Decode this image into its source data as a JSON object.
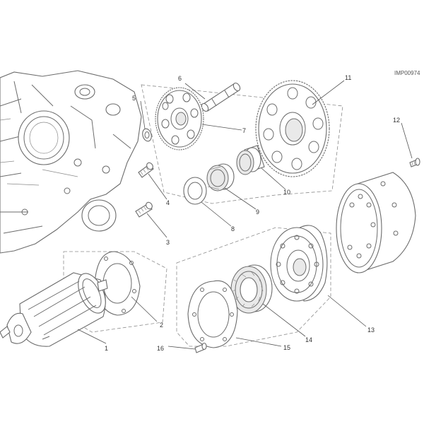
{
  "diagram": {
    "code": "IMP00974",
    "callouts": [
      "1",
      "2",
      "3",
      "4",
      "5",
      "6",
      "7",
      "8",
      "9",
      "10",
      "11",
      "12",
      "13",
      "14",
      "15",
      "16"
    ]
  }
}
